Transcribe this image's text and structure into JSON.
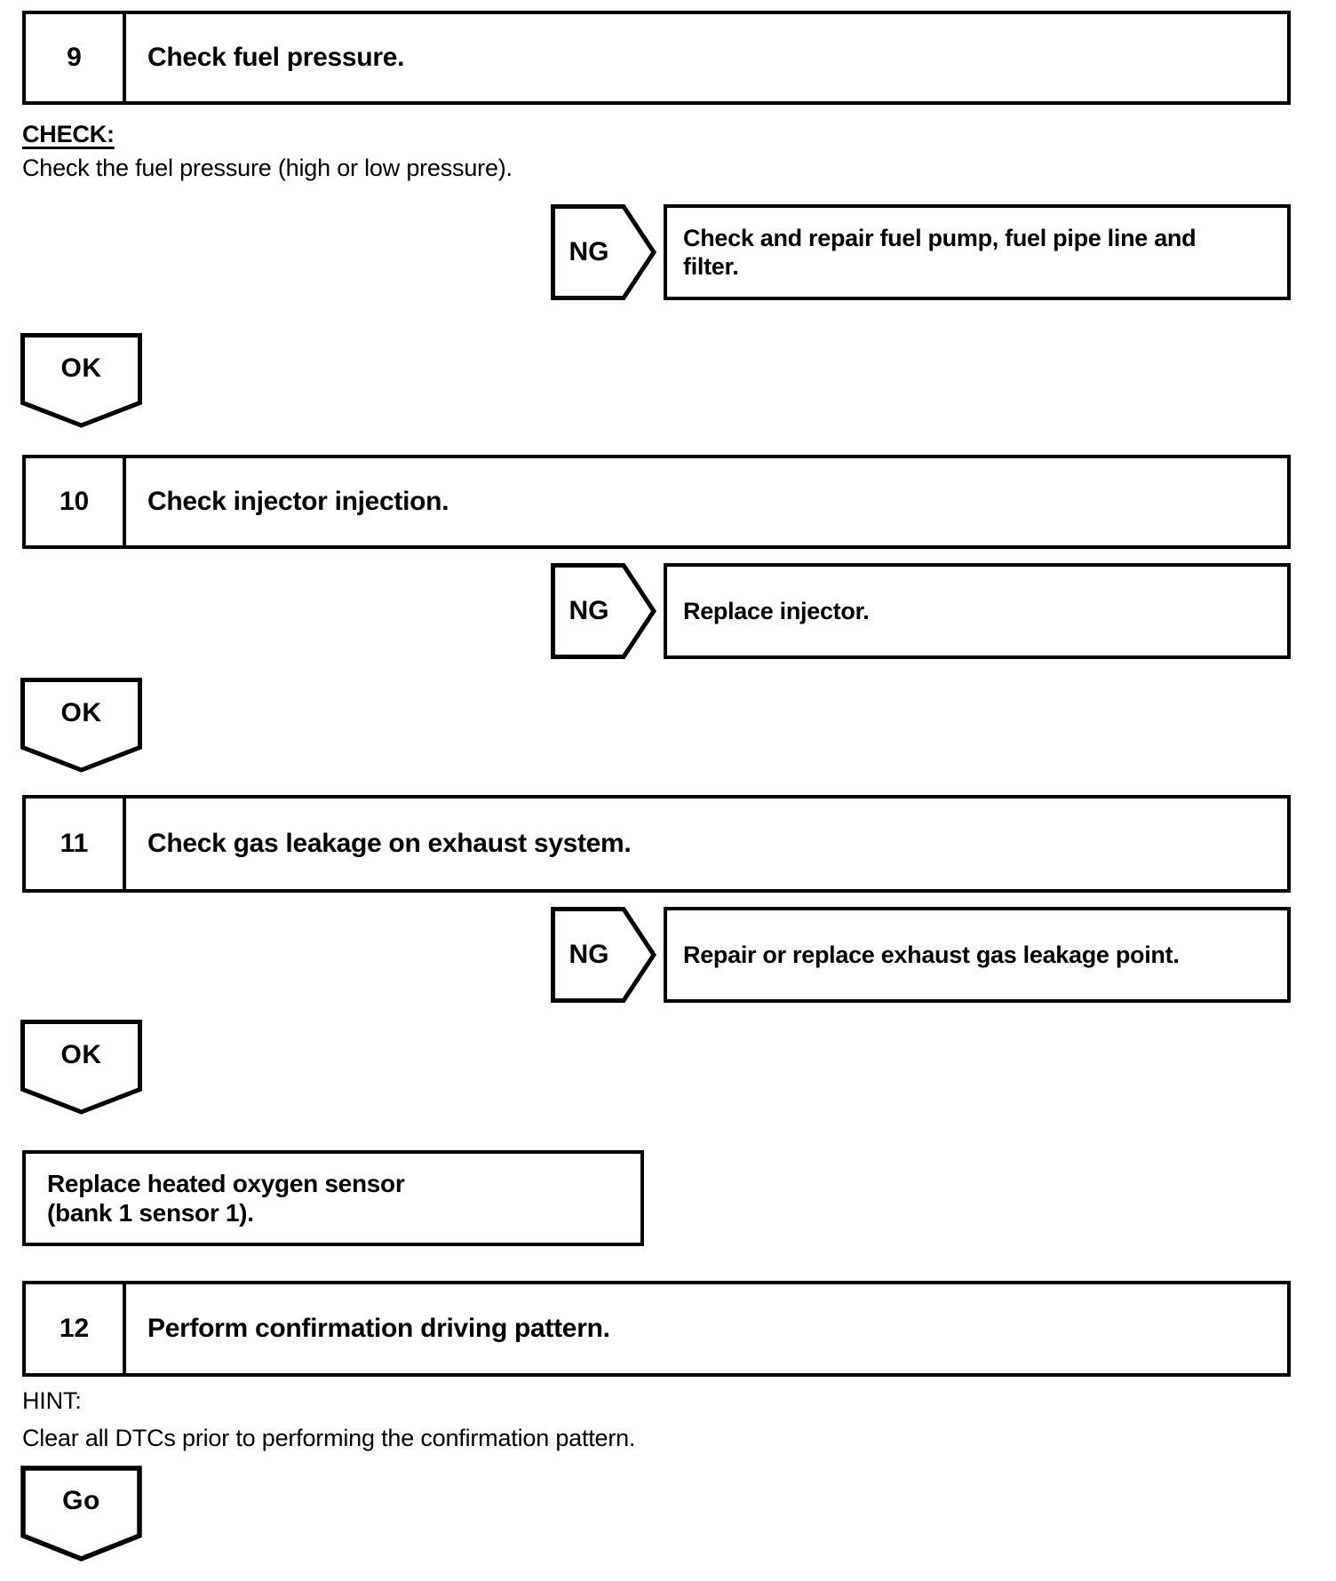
{
  "page": {
    "background": "#ffffff",
    "line_color": "#000000"
  },
  "steps": [
    {
      "number": "9",
      "title": "Check fuel pressure."
    },
    {
      "number": "10",
      "title": "Check injector injection."
    },
    {
      "number": "11",
      "title": "Check gas leakage on exhaust system."
    },
    {
      "number": "12",
      "title": "Perform confirmation driving pattern."
    }
  ],
  "notes": {
    "check_label": "CHECK:",
    "check_body": "Check the fuel pressure (high or low pressure).",
    "hint_label": "HINT:",
    "hint_body": "Clear all DTCs prior to performing the confirmation pattern."
  },
  "ng_rows": [
    {
      "label": "NG",
      "result": "Check and repair fuel pump, fuel pipe line and\nfilter."
    },
    {
      "label": "NG",
      "result": "Replace injector."
    },
    {
      "label": "NG",
      "result": "Repair or replace exhaust gas leakage point."
    }
  ],
  "ok_connectors": [
    {
      "label": "OK"
    },
    {
      "label": "OK"
    },
    {
      "label": "OK"
    }
  ],
  "action_box": {
    "text": "Replace heated oxygen sensor\n(bank 1 sensor 1)."
  },
  "go_connector": {
    "label": "Go"
  }
}
